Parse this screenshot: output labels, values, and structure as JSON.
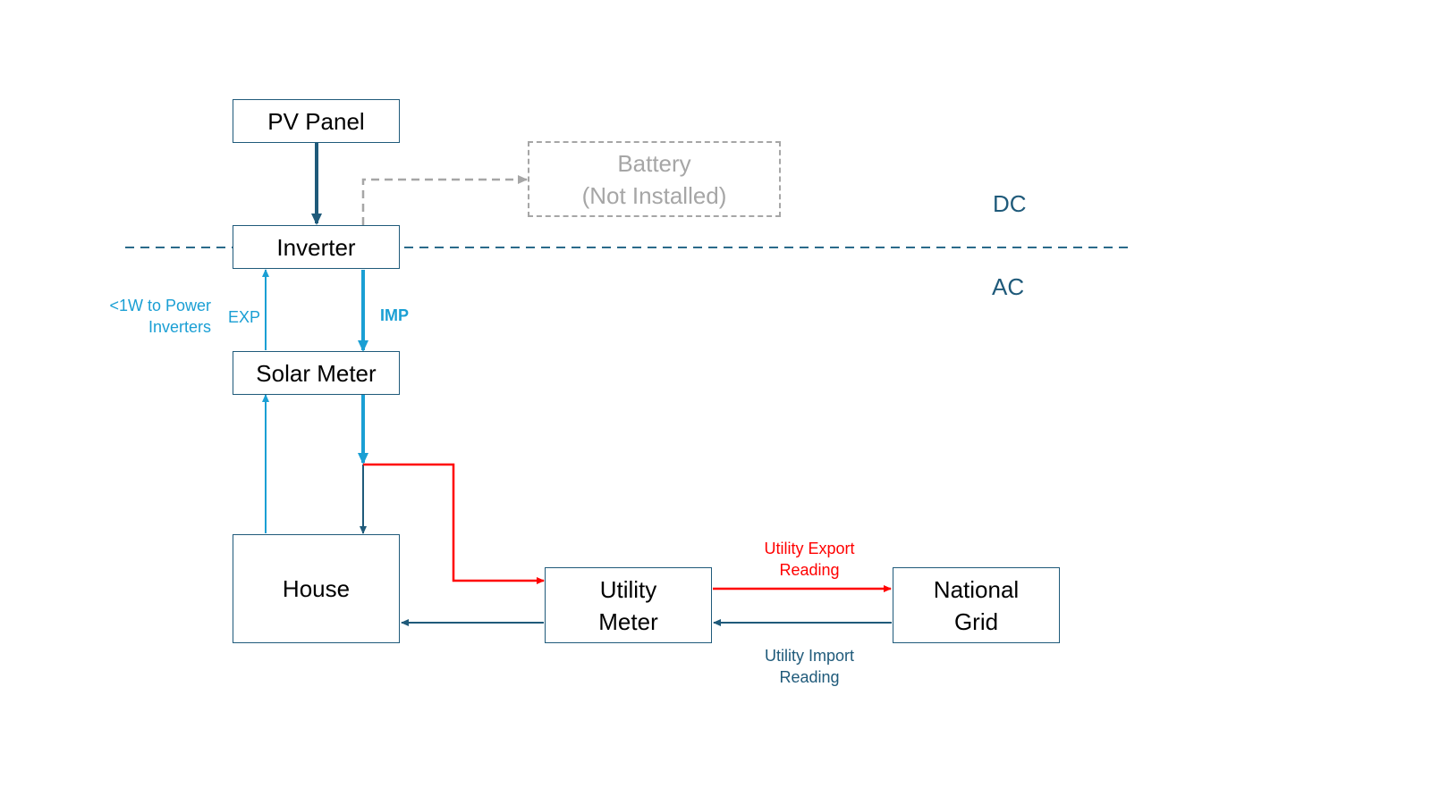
{
  "nodes": {
    "pv_panel": "PV Panel",
    "inverter": "Inverter",
    "solar_meter": "Solar Meter",
    "house": "House",
    "utility_meter": [
      "Utility",
      "Meter"
    ],
    "national_grid": [
      "National",
      "Grid"
    ],
    "battery": [
      "Battery",
      "(Not Installed)"
    ]
  },
  "labels": {
    "dc": "DC",
    "ac": "AC",
    "inverter_power": [
      "<1W to Power",
      "Inverters"
    ],
    "exp": "EXP",
    "imp": "IMP",
    "utility_export": [
      "Utility Export",
      "Reading"
    ],
    "utility_import": [
      "Utility Import",
      "Reading"
    ]
  },
  "colors": {
    "dark_blue": "#1f5a7a",
    "light_blue": "#1a9fd4",
    "red": "#ff0000",
    "gray": "#a6a6a6",
    "dashed_line": "#2a6a8a"
  }
}
